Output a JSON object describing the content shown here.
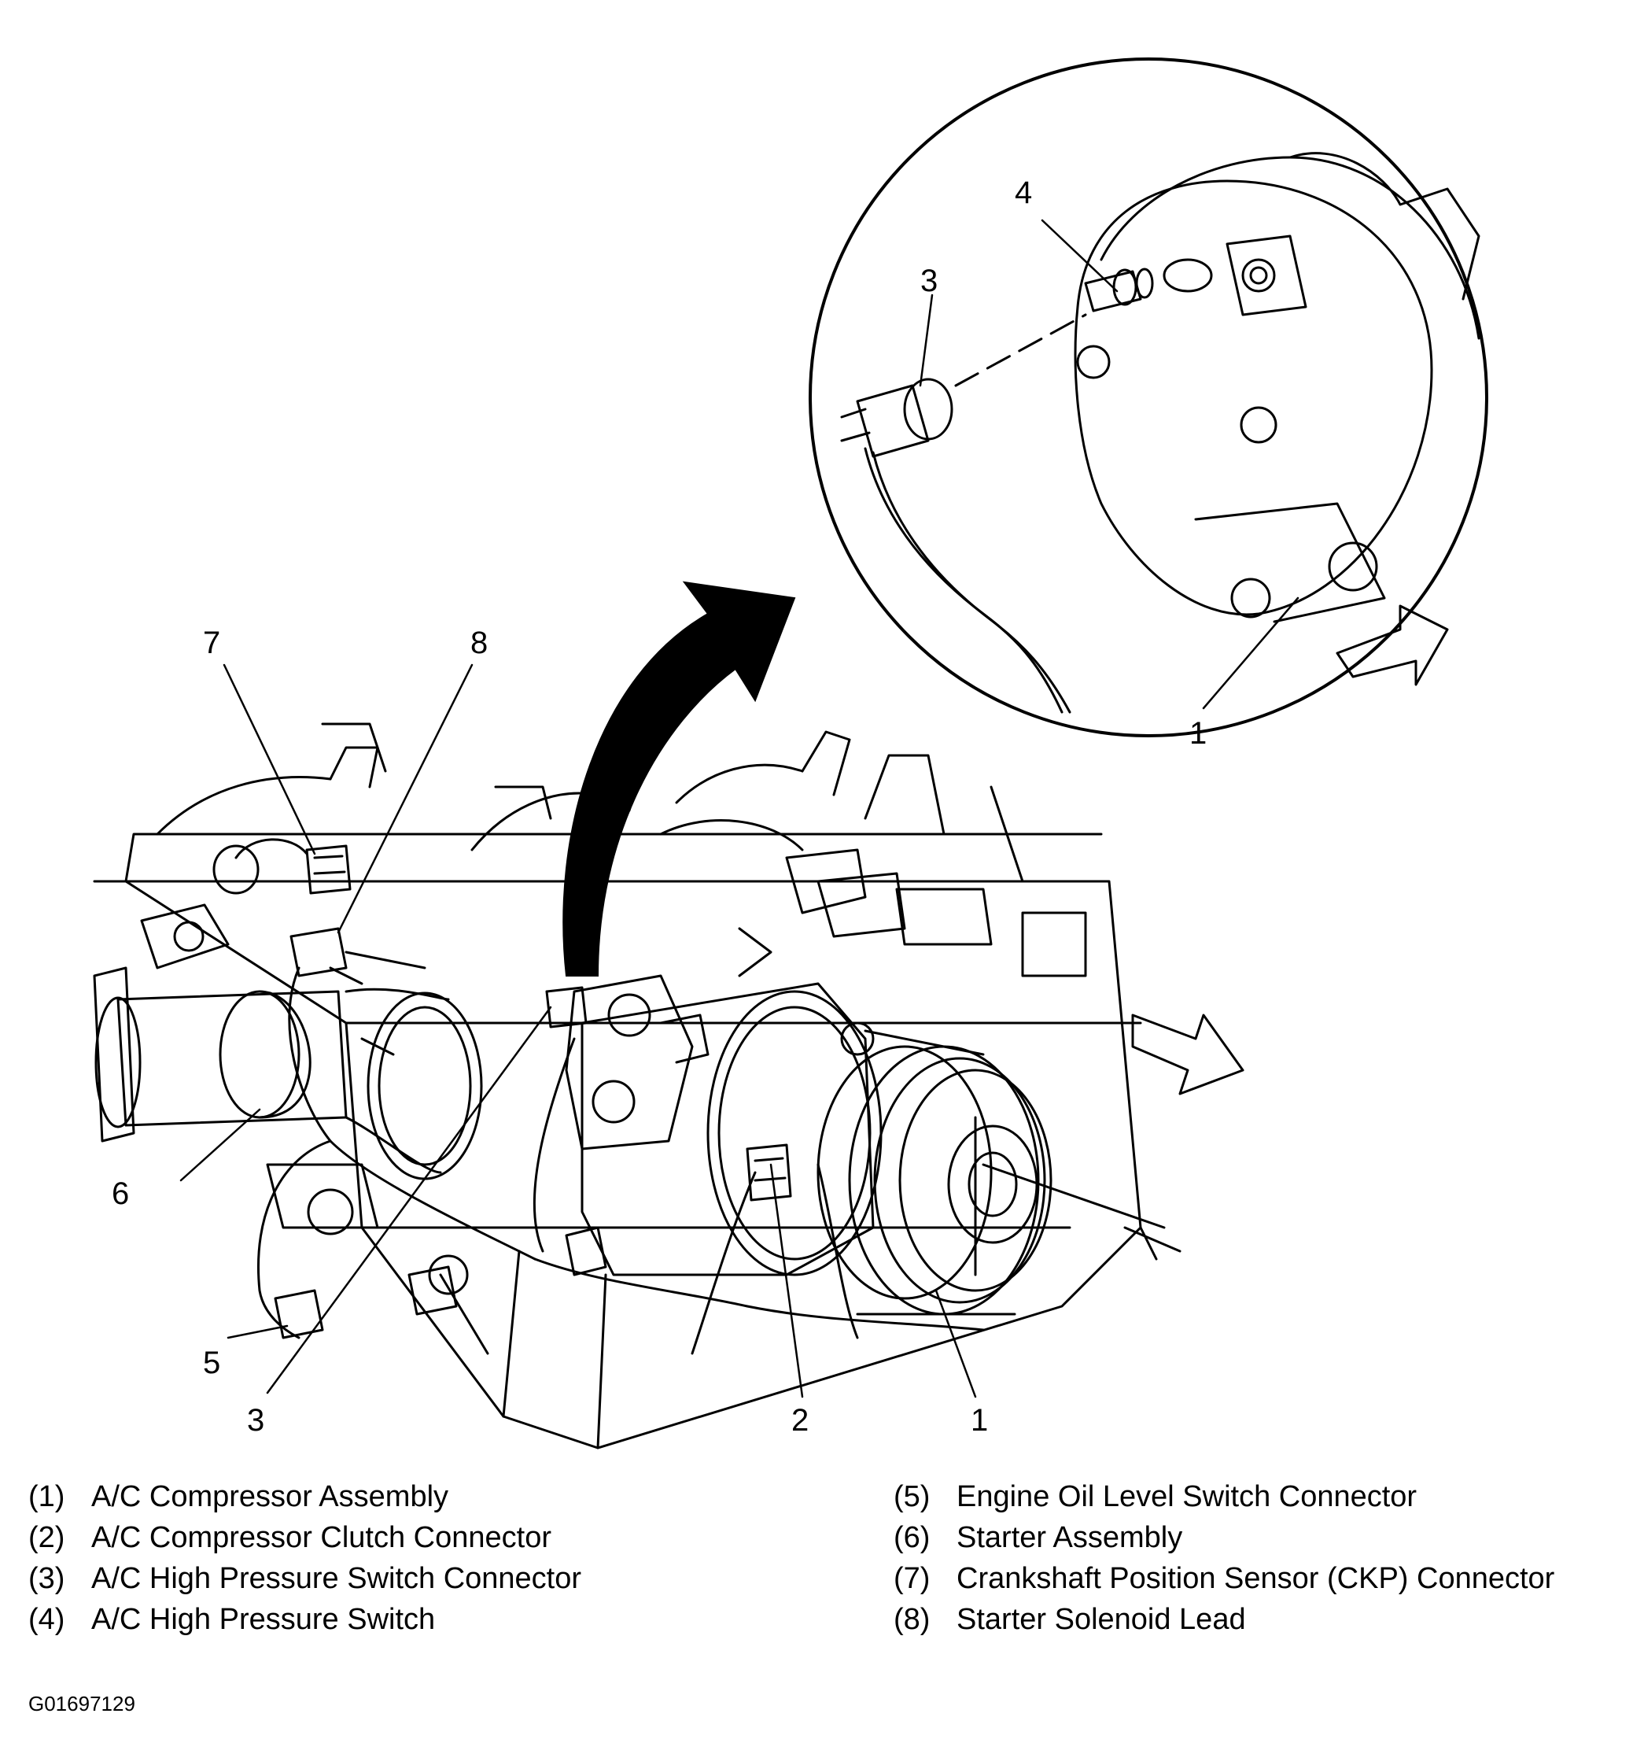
{
  "callouts": {
    "c1_main": "1",
    "c1_inset": "1",
    "c2": "2",
    "c3_main": "3",
    "c3_inset": "3",
    "c4": "4",
    "c5": "5",
    "c6": "6",
    "c7": "7",
    "c8": "8"
  },
  "legend": [
    {
      "num": "(1)",
      "label": "A/C Compressor Assembly"
    },
    {
      "num": "(2)",
      "label": "A/C Compressor Clutch Connector"
    },
    {
      "num": "(3)",
      "label": "A/C High Pressure Switch Connector"
    },
    {
      "num": "(4)",
      "label": "A/C High Pressure Switch"
    },
    {
      "num": "(5)",
      "label": "Engine Oil Level Switch Connector"
    },
    {
      "num": "(6)",
      "label": "Starter Assembly"
    },
    {
      "num": "(7)",
      "label": "Crankshaft Position Sensor (CKP) Connector"
    },
    {
      "num": "(8)",
      "label": "Starter Solenoid Lead"
    }
  ],
  "figure_id": "G01697129"
}
